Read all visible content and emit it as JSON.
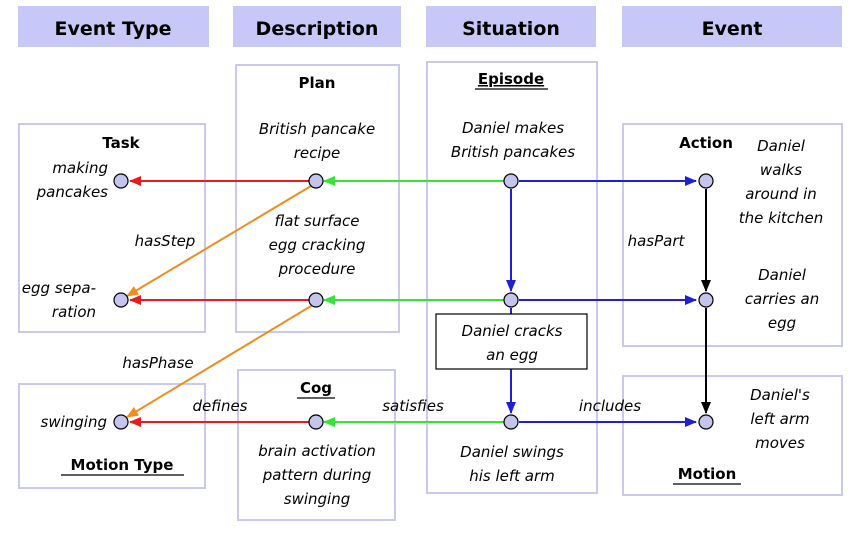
{
  "headers": {
    "event_type": "Event Type",
    "description": "Description",
    "situation": "Situation",
    "event": "Event"
  },
  "titles": {
    "task": "Task",
    "plan": "Plan",
    "episode": "Episode",
    "action": "Action",
    "cog": "Cog",
    "motion_type": "Motion Type",
    "motion": "Motion"
  },
  "nodes": {
    "making_pancakes": [
      "making",
      "pancakes"
    ],
    "egg_separation": [
      "egg sepa-",
      "ration"
    ],
    "swinging": [
      "swinging"
    ],
    "british_pancake_recipe": [
      "British pancake",
      "recipe"
    ],
    "egg_cracking_procedure": [
      "flat surface",
      "egg cracking",
      "procedure"
    ],
    "brain_activation": [
      "brain activation",
      "pattern during",
      "swinging"
    ],
    "daniel_makes": [
      "Daniel makes",
      "British pancakes"
    ],
    "daniel_cracks": [
      "Daniel cracks",
      "an egg"
    ],
    "daniel_swings": [
      "Daniel swings",
      "his left arm"
    ],
    "daniel_walks": [
      "Daniel",
      "walks",
      "around in",
      "the kitchen"
    ],
    "daniel_carries": [
      "Daniel",
      "carries an",
      "egg"
    ],
    "daniel_left_arm": [
      "Daniel's",
      "left arm",
      "moves"
    ]
  },
  "edge_labels": {
    "has_step": "hasStep",
    "has_phase": "hasPhase",
    "has_part": "hasPart",
    "defines": "defines",
    "satisfies": "satisfies",
    "includes": "includes"
  },
  "colors": {
    "box_border": "#c8c8f0",
    "header_fill": "#c8c8f8",
    "node_fill": "#c4c4ec",
    "red": "#e81c1c",
    "green": "#33e633",
    "blue": "#1f1fd6",
    "orange": "#f08c1c",
    "black": "#000000"
  }
}
